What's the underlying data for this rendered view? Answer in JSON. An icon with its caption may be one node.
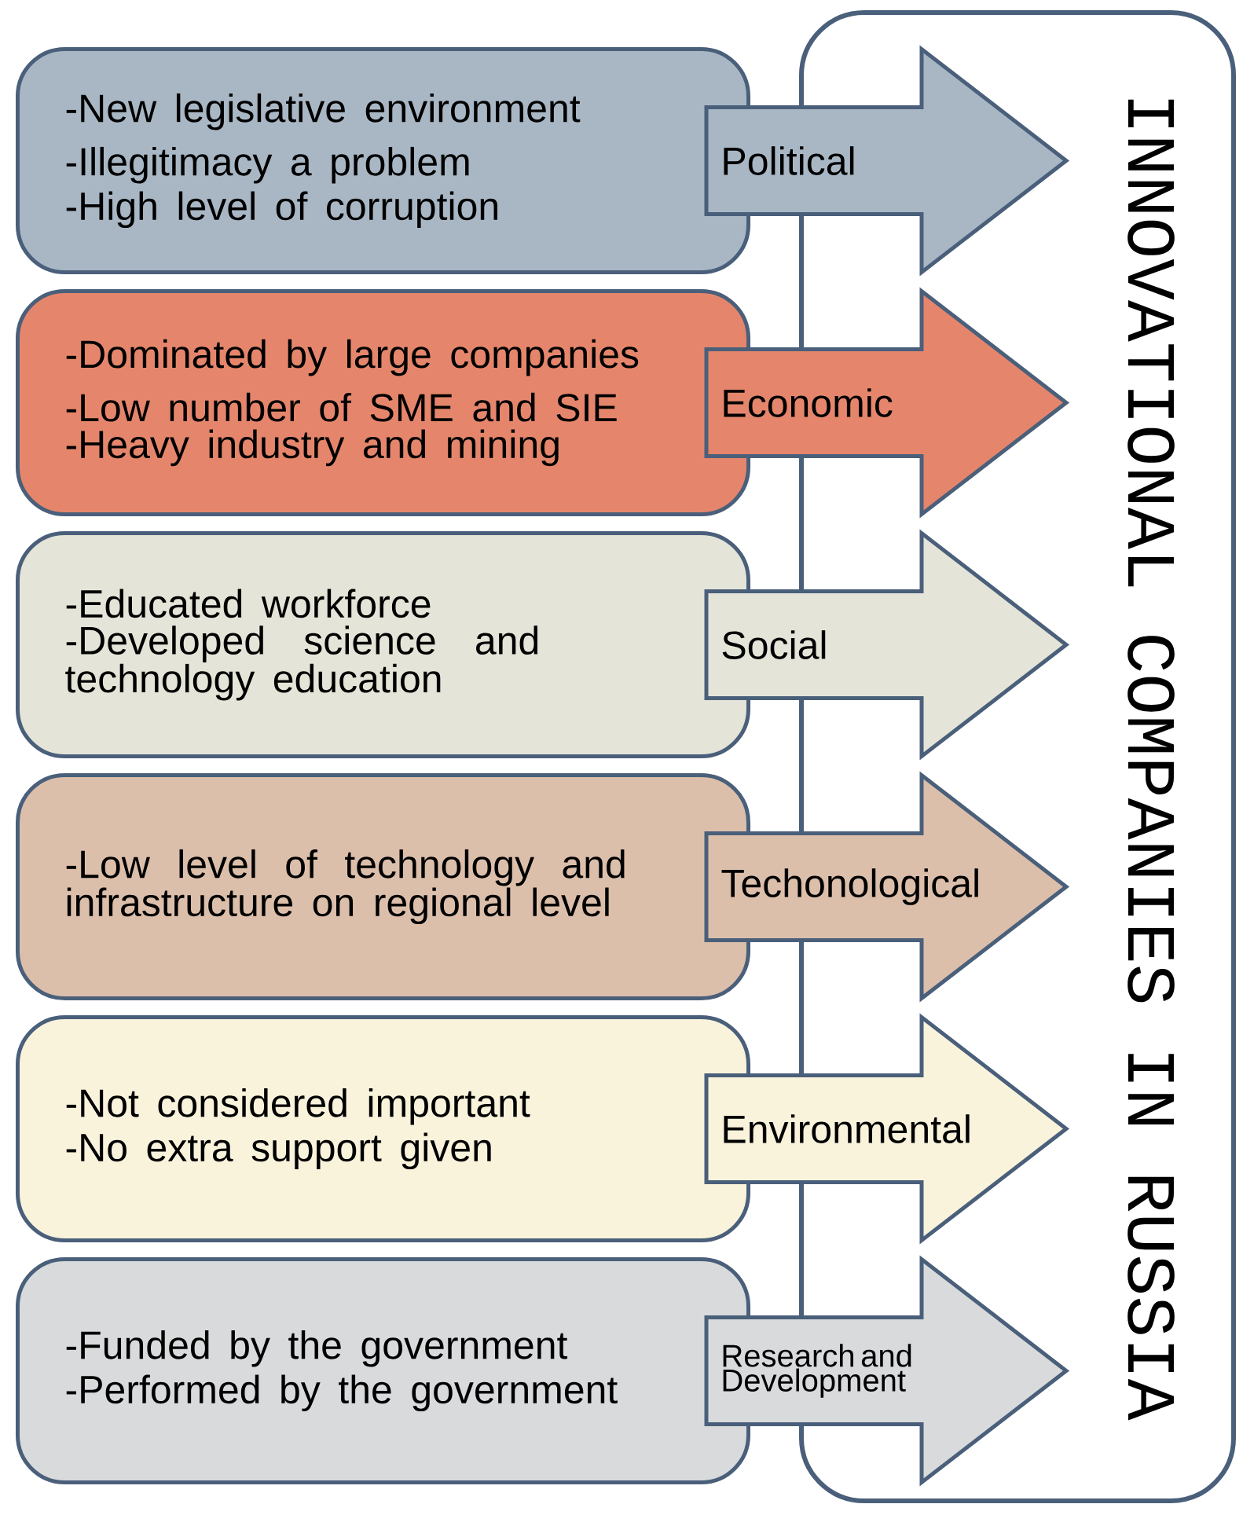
{
  "diagram": {
    "nodes": [
      {
        "text": [
          "INNOVATIONAL COMPANIES IN RUSSIA"
        ]
      },
      {
        "text": [
          "-New legislative environment",
          "-Illegitimacy a problem",
          "-High level of corruption"
        ]
      },
      {
        "text": [
          "-Dominated by large companies",
          "-Low number of SME and SIE",
          "-Heavy industry and mining"
        ]
      },
      {
        "text": [
          "-Educated workforce",
          "-Developed science and technology education"
        ]
      },
      {
        "text": [
          "-Low level of technology and infrastructure on regional level"
        ]
      },
      {
        "text": [
          "-Not considered important",
          "-No extra support given"
        ]
      },
      {
        "text": [
          "-Funded by the government",
          "-Performed by the government"
        ]
      }
    ],
    "edges": [
      {
        "from": 1,
        "to": 0,
        "arrow": "to",
        "label": "Political"
      },
      {
        "from": 2,
        "to": 0,
        "arrow": "to",
        "label": "Economic"
      },
      {
        "from": 3,
        "to": 0,
        "arrow": "to",
        "label": "Social"
      },
      {
        "from": 4,
        "to": 0,
        "arrow": "to",
        "label": "Techonological"
      },
      {
        "from": 5,
        "to": 0,
        "arrow": "to",
        "label": "Environmental"
      },
      {
        "from": 6,
        "to": 0,
        "arrow": "to",
        "label": "Research and Development"
      }
    ]
  }
}
